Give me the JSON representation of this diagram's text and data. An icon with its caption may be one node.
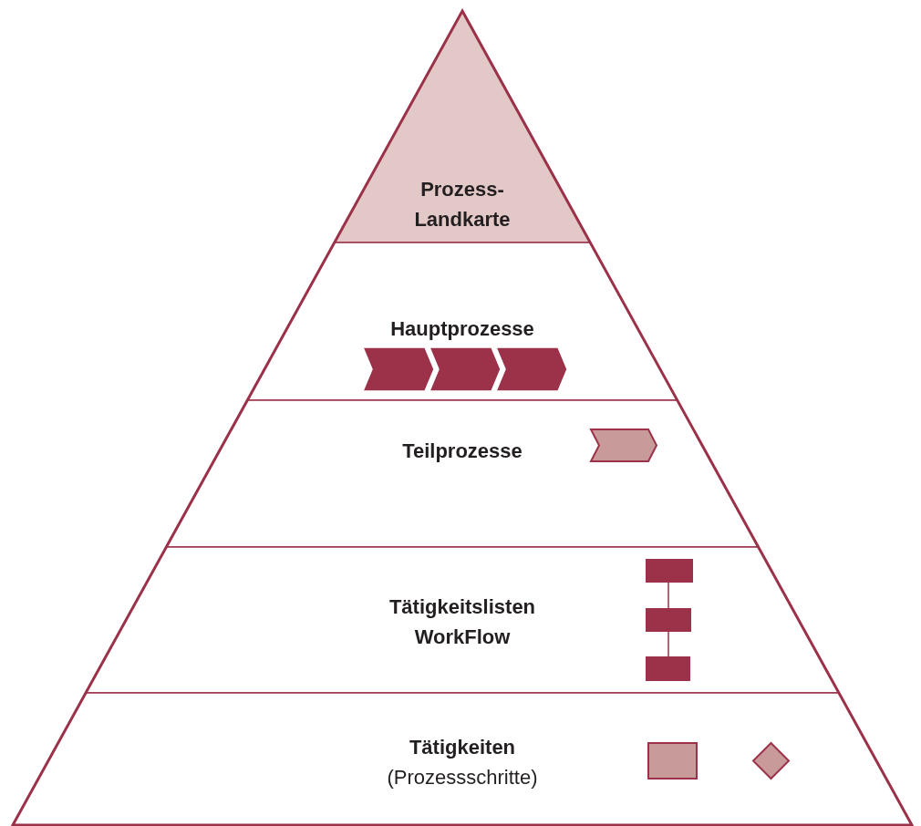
{
  "diagram": {
    "nodes": [
      {
        "text": [
          "Prozess-Landkarte"
        ]
      },
      {
        "text": [
          "Hauptprozesse"
        ]
      },
      {
        "text": [
          "Teilprozesse"
        ]
      },
      {
        "text": [
          "Tätigkeitslisten WorkFlow"
        ]
      },
      {
        "text": [
          "Tätigkeiten",
          "(Prozessschritte)"
        ]
      }
    ]
  }
}
